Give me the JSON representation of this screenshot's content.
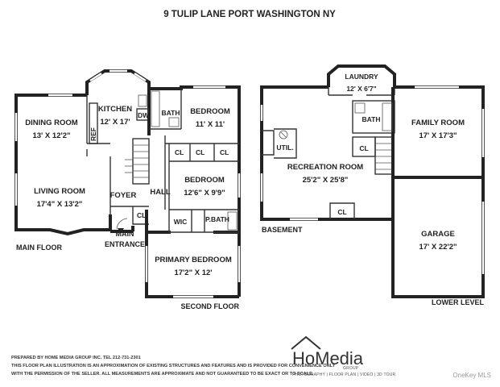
{
  "title": "9 TULIP LANE PORT WASHINGTON NY",
  "floors": {
    "main": "MAIN FLOOR",
    "second": "SECOND FLOOR",
    "basement": "BASEMENT",
    "lower": "LOWER LEVEL"
  },
  "rooms": {
    "dining": {
      "name": "DINING ROOM",
      "size": "13' X 12'2\""
    },
    "kitchen": {
      "name": "KITCHEN",
      "size": "12' X 17'"
    },
    "living": {
      "name": "LIVING ROOM",
      "size": "17'4\" X 13'2\""
    },
    "foyer": "FOYER",
    "hall": "HALL",
    "bath_main": "BATH",
    "bedroom1": {
      "name": "BEDROOM",
      "size": "11' X 11'"
    },
    "bedroom2": {
      "name": "BEDROOM",
      "size": "12'6\" X 9'9\""
    },
    "wic": "WIC",
    "pbath": "P.BATH",
    "primary": {
      "name": "PRIMARY BEDROOM",
      "size": "17'2\" X 12'"
    },
    "laundry": {
      "name": "LAUNDRY",
      "size": "12' X 6'7\""
    },
    "bath_lower": "BATH",
    "family": {
      "name": "FAMILY ROOM",
      "size": "17' X 17'3\""
    },
    "util": "UTIL.",
    "recreation": {
      "name": "RECREATION ROOM",
      "size": "25'2\" X 25'8\""
    },
    "garage": {
      "name": "GARAGE",
      "size": "17' X 22'2\""
    }
  },
  "fixtures": {
    "dw": "DW",
    "ref": "REF",
    "closet": "CL",
    "main_entrance_line1": "MAIN",
    "main_entrance_line2": "ENTRANCE"
  },
  "disclaimer": {
    "line1": "PREPARED BY HOME MEDIA GROUP INC. TEL 212-731-2301",
    "line2": "THIS FLOOR PLAN ILLUSTRATION IS AN APPROXIMATION OF EXISTING STRUCTURES AND FEATURES AND IS PROVIDED FOR CONVENIENCE ONLY",
    "line3": "WITH THE PERMISSION OF THE SELLER. ALL MEASUREMENTS ARE APPROXIMATE AND NOT GUARANTEED TO BE EXACT OR TO SCALE."
  },
  "brand": {
    "name": "HoMedia",
    "group": "GROUP",
    "tagline": "PHOTOGRAPHY | FLOOR PLAN | VIDEO | 3D TOUR"
  },
  "watermark": "OneKey MLS"
}
